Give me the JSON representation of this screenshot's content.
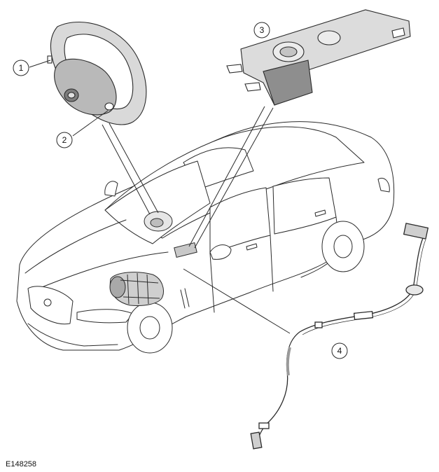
{
  "diagram": {
    "reference_code": "E148258",
    "callouts": [
      {
        "id": "1",
        "label": "1"
      },
      {
        "id": "2",
        "label": "2"
      },
      {
        "id": "3",
        "label": "3"
      },
      {
        "id": "4",
        "label": "4"
      }
    ]
  },
  "colors": {
    "line": "#2a2a2a",
    "fill_light": "#f4f4f4",
    "fill_mid": "#d8d8d8",
    "fill_dark": "#9a9a9a",
    "background": "#ffffff"
  }
}
